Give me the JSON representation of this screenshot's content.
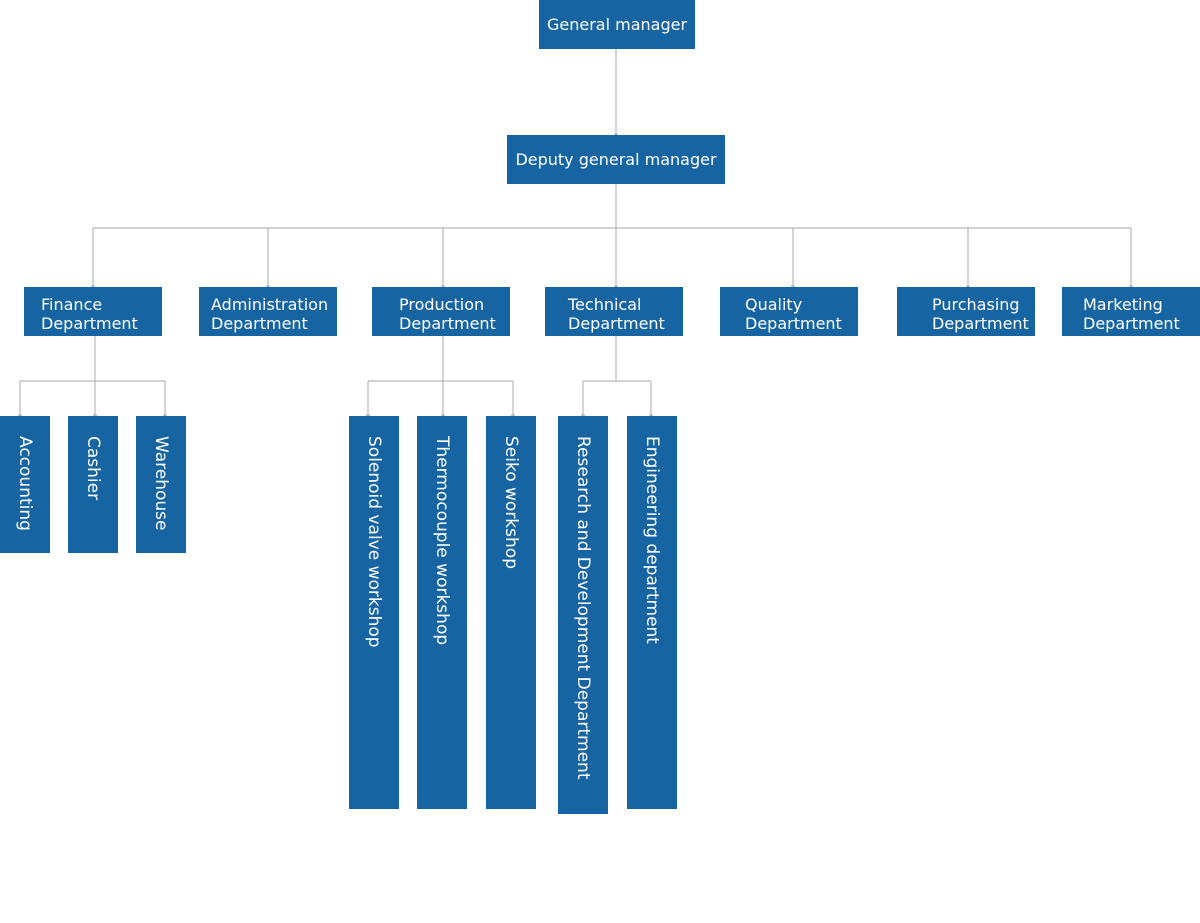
{
  "colors": {
    "box": "#1764a3",
    "text": "#ffffff",
    "connector": "#b8b8b8",
    "background": "#ffffff"
  },
  "chart": {
    "general_manager": "General manager",
    "deputy_general_manager": "Deputy general manager",
    "departments": [
      {
        "line1": "Finance",
        "line2": "Department",
        "units": [
          "Accounting",
          "Cashier",
          "Warehouse"
        ]
      },
      {
        "line1": "Administration",
        "line2": "Department",
        "units": []
      },
      {
        "line1": "Production",
        "line2": "Department",
        "units": [
          "Solenoid valve workshop",
          "Thermocouple workshop",
          "Seiko workshop"
        ]
      },
      {
        "line1": "Technical",
        "line2": "Department",
        "units": [
          "Research and Development Department",
          "Engineering department"
        ]
      },
      {
        "line1": "Quality",
        "line2": "Department",
        "units": []
      },
      {
        "line1": "Purchasing",
        "line2": "Department",
        "units": []
      },
      {
        "line1": "Marketing",
        "line2": "Department",
        "units": []
      }
    ]
  }
}
